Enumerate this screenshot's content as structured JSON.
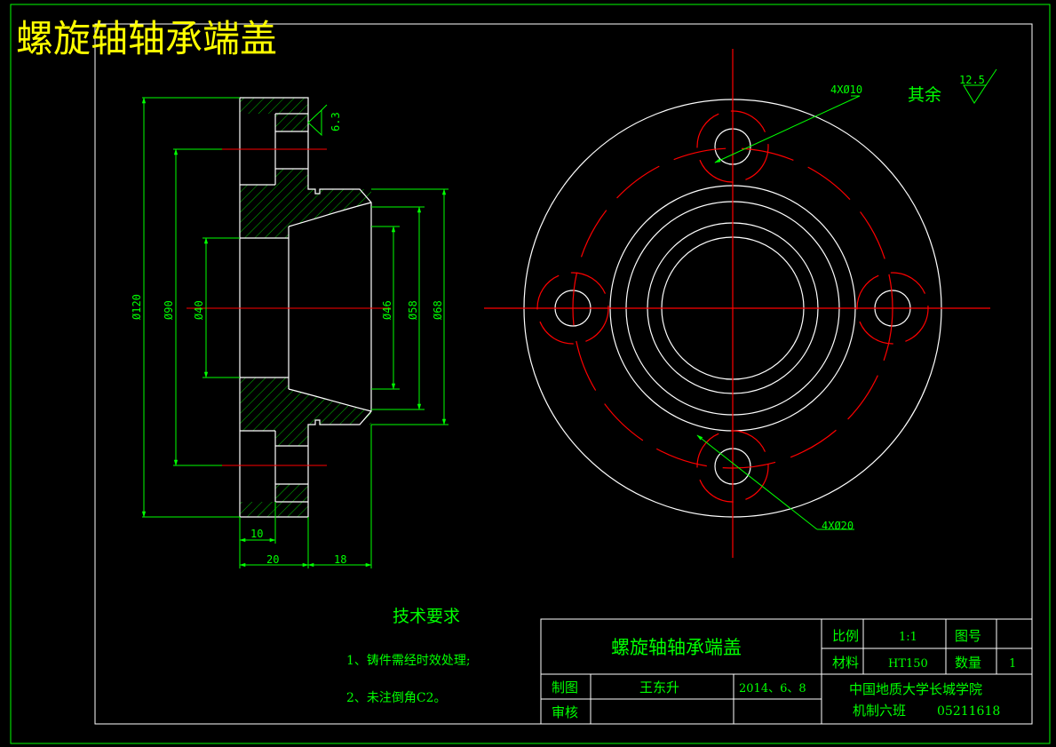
{
  "title": "螺旋轴轴承端盖",
  "colors": {
    "background": "#000000",
    "frame": "#00ff00",
    "outline": "#ffffff",
    "center": "#ff0000",
    "dimension": "#00ff00",
    "title_text": "#ffff00",
    "hatch": "#00cc00"
  },
  "section_view": {
    "dims": {
      "d120": "Ø120",
      "d90": "Ø90",
      "d40": "Ø40",
      "d46": "Ø46",
      "d58": "Ø58",
      "d68": "Ø68",
      "w10": "10",
      "w20": "20",
      "w18": "18"
    },
    "roughness_local": "6.3"
  },
  "front_view": {
    "hole_small": "4XØ10",
    "hole_large": "4XØ20"
  },
  "roughness_rest": {
    "label": "其余",
    "value": "12.5"
  },
  "tech_requirements": {
    "heading": "技术要求",
    "items": [
      "1、铸件需经时效处理;",
      "2、未注倒角C2。"
    ]
  },
  "title_block": {
    "part_name": "螺旋轴轴承端盖",
    "scale_label": "比例",
    "scale_value": "1:1",
    "drawing_no_label": "图号",
    "drawing_no_value": "",
    "material_label": "材料",
    "material_value": "HT150",
    "quantity_label": "数量",
    "quantity_value": "1",
    "drawn_label": "制图",
    "drawn_by": "王东升",
    "date": "2014、6、8",
    "checked_label": "审核",
    "checked_by": "",
    "school": "中国地质大学长城学院",
    "class_label": "机制六班",
    "student_id": "05211618"
  }
}
